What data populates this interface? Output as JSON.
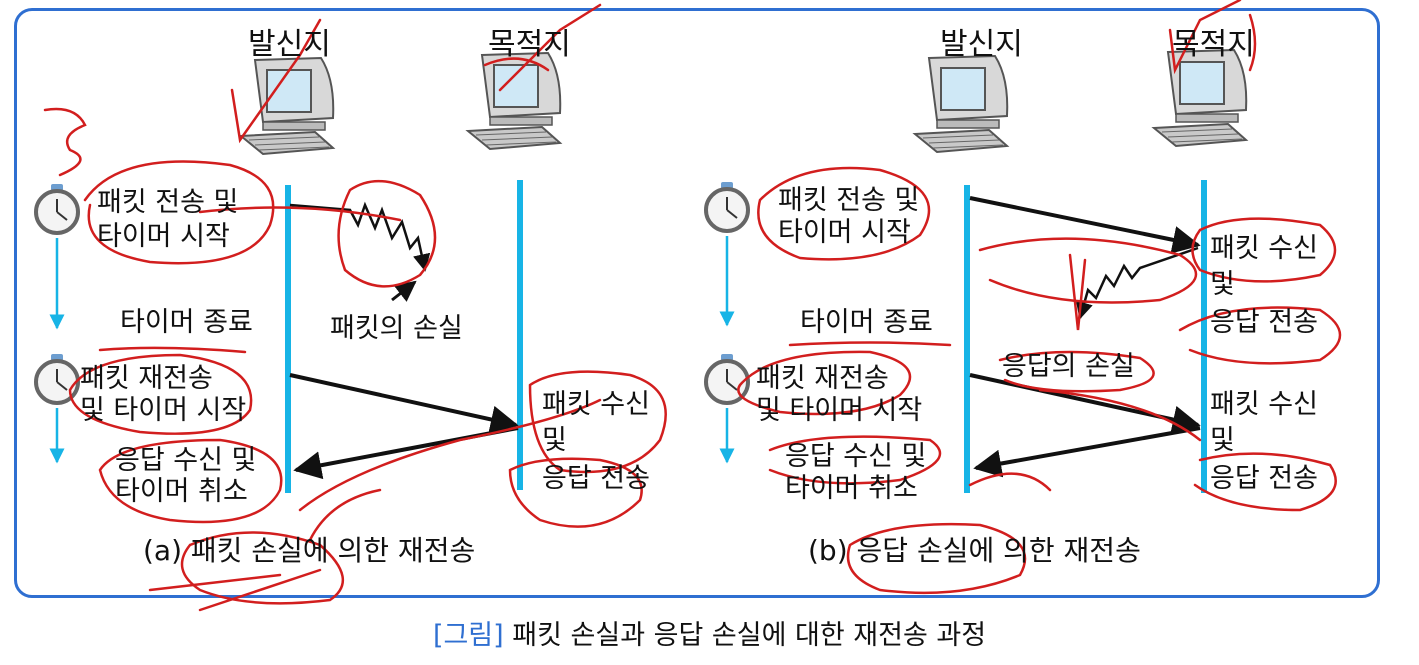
{
  "colors": {
    "frame": "#2f6fd1",
    "timeline": "#17b4e6",
    "annotation": "#d21e1e",
    "arrow": "#111111",
    "caption_bracket": "#2f6fd1"
  },
  "diagram_a": {
    "sender_label": "발신지",
    "receiver_label": "목적지",
    "send_start": [
      "패킷 전송 및",
      "타이머 시작"
    ],
    "timer_expired": "타이머 종료",
    "packet_lost": "패킷의 손실",
    "resend": [
      "패킷 재전송",
      "및 타이머 시작"
    ],
    "ack_received": [
      "응답 수신 및",
      "타이머 취소"
    ],
    "packet_received": [
      "패킷 수신",
      "및",
      "응답 전송"
    ],
    "subtitle": "(a) 패킷 손실에 의한 재전송"
  },
  "diagram_b": {
    "sender_label": "발신지",
    "receiver_label": "목적지",
    "send_start": [
      "패킷 전송 및",
      "타이머 시작"
    ],
    "packet_received_1": [
      "패킷 수신",
      "및",
      "응답 전송"
    ],
    "timer_expired": "타이머 종료",
    "ack_lost": "응답의 손실",
    "resend": [
      "패킷 재전송",
      "및 타이머 시작"
    ],
    "ack_received": [
      "응답 수신 및",
      "타이머 취소"
    ],
    "packet_received_2": [
      "패킷 수신",
      "및",
      "응답 전송"
    ],
    "subtitle": "(b) 응답 손실에 의한 재전송"
  },
  "caption": {
    "bracket": "[그림]",
    "text": "패킷 손실과 응답 손실에 대한 재전송 과정"
  }
}
